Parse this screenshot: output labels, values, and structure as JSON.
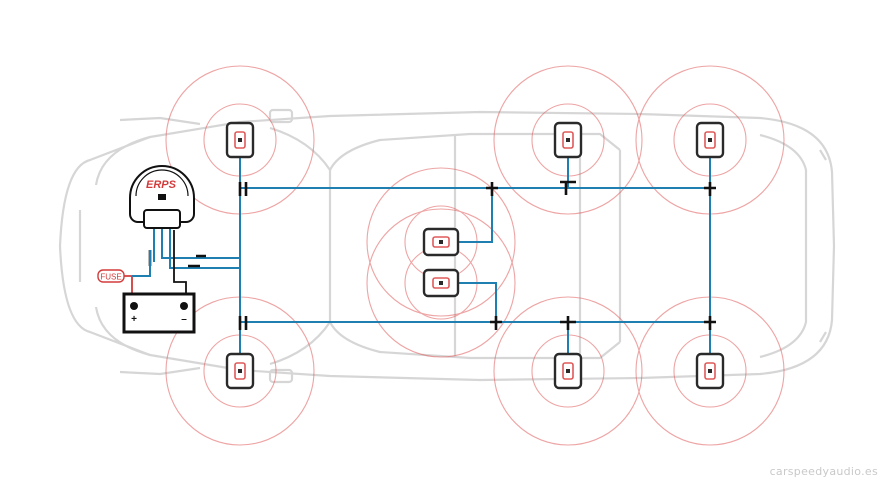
{
  "unit": {
    "brand_label": "ERPS"
  },
  "fuse": {
    "label": "FUSE"
  },
  "battery": {
    "plus_sign": "+",
    "minus_sign": "–"
  },
  "watermark": {
    "text": "carspeedyaudio.es"
  },
  "colors": {
    "wire": "#1f7fb0",
    "signal_ring": "#e05a5a",
    "car_outline": "#d6d6d6",
    "sensor_body": "#2a2a2a",
    "fuse_wire": "#d33b3b"
  },
  "sensors": [
    {
      "id": "front-left",
      "orientation": "vertical"
    },
    {
      "id": "front-right",
      "orientation": "vertical"
    },
    {
      "id": "center-top",
      "orientation": "horizontal"
    },
    {
      "id": "center-bottom",
      "orientation": "horizontal"
    },
    {
      "id": "rear-inner-top",
      "orientation": "vertical"
    },
    {
      "id": "rear-outer-top",
      "orientation": "vertical"
    },
    {
      "id": "rear-inner-bottom",
      "orientation": "vertical"
    },
    {
      "id": "rear-outer-bottom",
      "orientation": "vertical"
    }
  ]
}
